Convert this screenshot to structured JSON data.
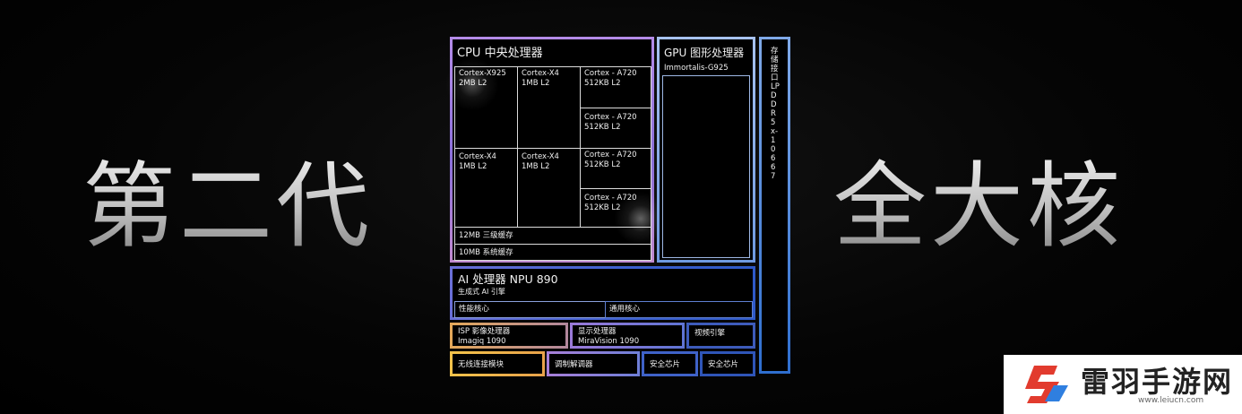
{
  "headline": {
    "left": "第二代",
    "right": "全大核"
  },
  "chip": {
    "cpu": {
      "title": "CPU 中央处理器",
      "cores": [
        {
          "name": "Cortex-X925",
          "cache": "2MB L2"
        },
        {
          "name": "Cortex-X4",
          "cache": "1MB L2"
        },
        {
          "name": "Cortex - A720",
          "cache": "512KB L2"
        },
        {
          "name": "Cortex - A720",
          "cache": "512KB L2"
        },
        {
          "name": "Cortex-X4",
          "cache": "1MB L2"
        },
        {
          "name": "Cortex-X4",
          "cache": "1MB L2"
        },
        {
          "name": "Cortex - A720",
          "cache": "512KB L2"
        },
        {
          "name": "Cortex - A720",
          "cache": "512KB L2"
        }
      ],
      "l3": "12MB 三级缓存",
      "slc": "10MB 系统缓存"
    },
    "gpu": {
      "title": "GPU 图形处理器",
      "name": "Immortalis-G925"
    },
    "memory": {
      "label": "存储接口 LPDDR5x-10667"
    },
    "npu": {
      "title": "AI 处理器 NPU 890",
      "subtitle": "生成式 AI 引擎",
      "perf": "性能核心",
      "general": "通用核心"
    },
    "isp": {
      "title": "ISP 影像处理器",
      "name": "Imagiq 1090"
    },
    "display": {
      "title": "显示处理器",
      "name": "MiraVision 1090"
    },
    "video": {
      "title": "视频引擎"
    },
    "wireless": {
      "title": "无线连接模块"
    },
    "modem": {
      "title": "调制解调器"
    },
    "security1": {
      "title": "安全芯片"
    },
    "security2": {
      "title": "安全芯片"
    }
  },
  "colors": {
    "cpu_border": "#9a7ad8",
    "gpu_border": "#7fa9e8",
    "mem_border": "#3f7fd6",
    "npu_border": "#3c5fcc",
    "isp_border": "#e0a85c",
    "wireless_border": "#f0c040"
  },
  "watermark": {
    "name": "雷羽手游网",
    "url": "www.leiucn.com"
  }
}
